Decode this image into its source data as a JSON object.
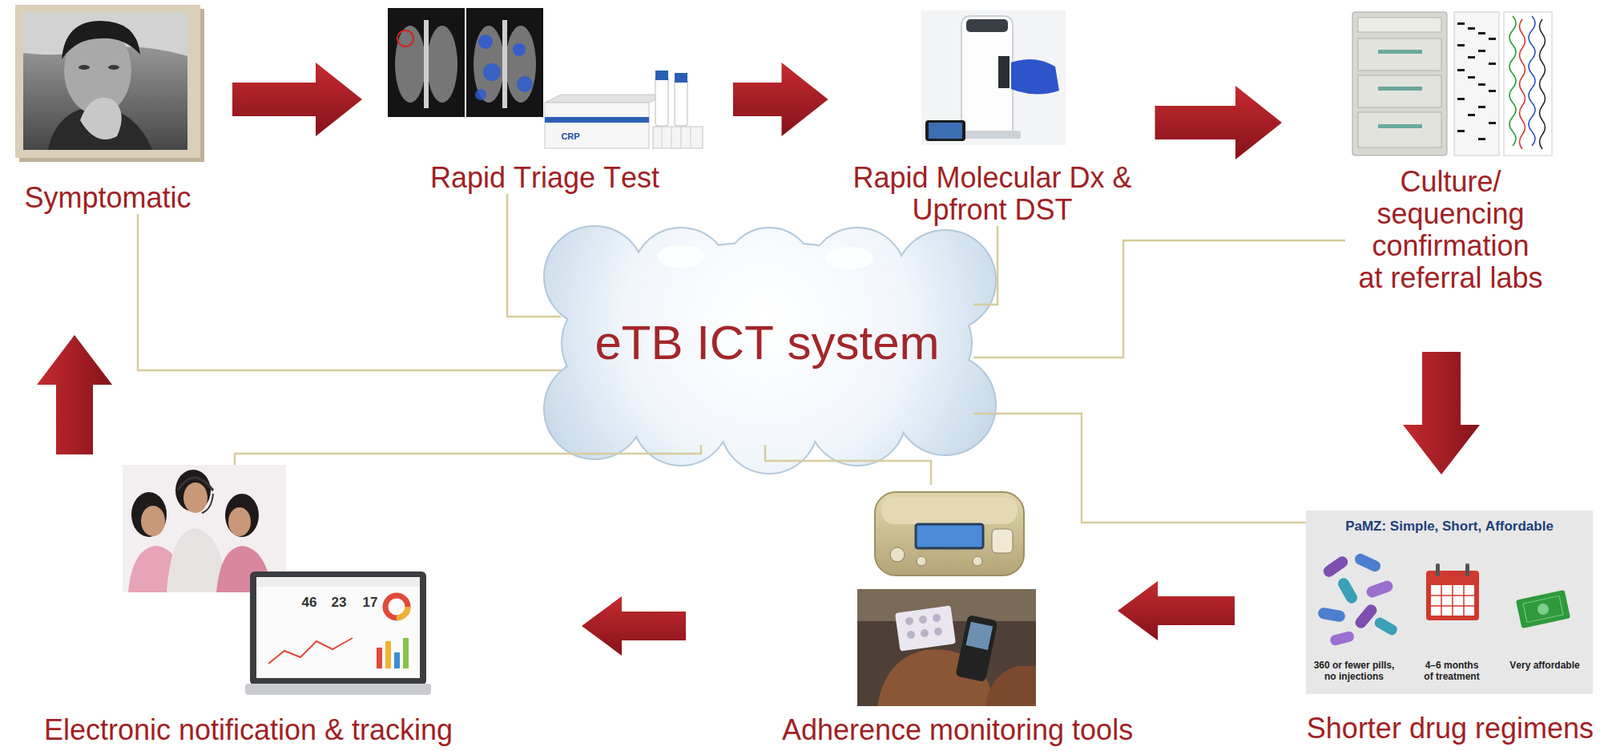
{
  "diagram": {
    "nodes": [
      {
        "text": [
          "Symptomatic"
        ]
      },
      {
        "text": [
          "Rapid Triage Test"
        ]
      },
      {
        "text": [
          "Rapid Molecular Dx & Upfront DST"
        ]
      },
      {
        "text": [
          "Culture/ sequencing confirmation at referral labs"
        ]
      },
      {
        "text": [
          "Shorter drug regimens",
          "PaMZ: Simple, Short, Affordable",
          "360 or fewer pills, no injections",
          "4–6 months of treatment",
          "Very affordable"
        ]
      },
      {
        "text": [
          "Adherence monitoring tools"
        ]
      },
      {
        "text": [
          "Electronic notification & tracking"
        ]
      },
      {
        "text": [
          "eTB ICT system"
        ]
      }
    ],
    "edges": [
      {
        "from": 0,
        "to": 1,
        "arrow": "to"
      },
      {
        "from": 1,
        "to": 2,
        "arrow": "to"
      },
      {
        "from": 2,
        "to": 3,
        "arrow": "to"
      },
      {
        "from": 3,
        "to": 4,
        "arrow": "to"
      },
      {
        "from": 4,
        "to": 5,
        "arrow": "to"
      },
      {
        "from": 5,
        "to": 6,
        "arrow": "to"
      },
      {
        "from": 6,
        "to": 0,
        "arrow": "to"
      },
      {
        "from": 0,
        "to": 7,
        "arrow": "none"
      },
      {
        "from": 1,
        "to": 7,
        "arrow": "none"
      },
      {
        "from": 2,
        "to": 7,
        "arrow": "none"
      },
      {
        "from": 3,
        "to": 7,
        "arrow": "none"
      },
      {
        "from": 4,
        "to": 7,
        "arrow": "none"
      },
      {
        "from": 5,
        "to": 7,
        "arrow": "none"
      },
      {
        "from": 6,
        "to": 7,
        "arrow": "none"
      }
    ],
    "labels": [
      "CRP",
      "46",
      "23",
      "17"
    ]
  }
}
